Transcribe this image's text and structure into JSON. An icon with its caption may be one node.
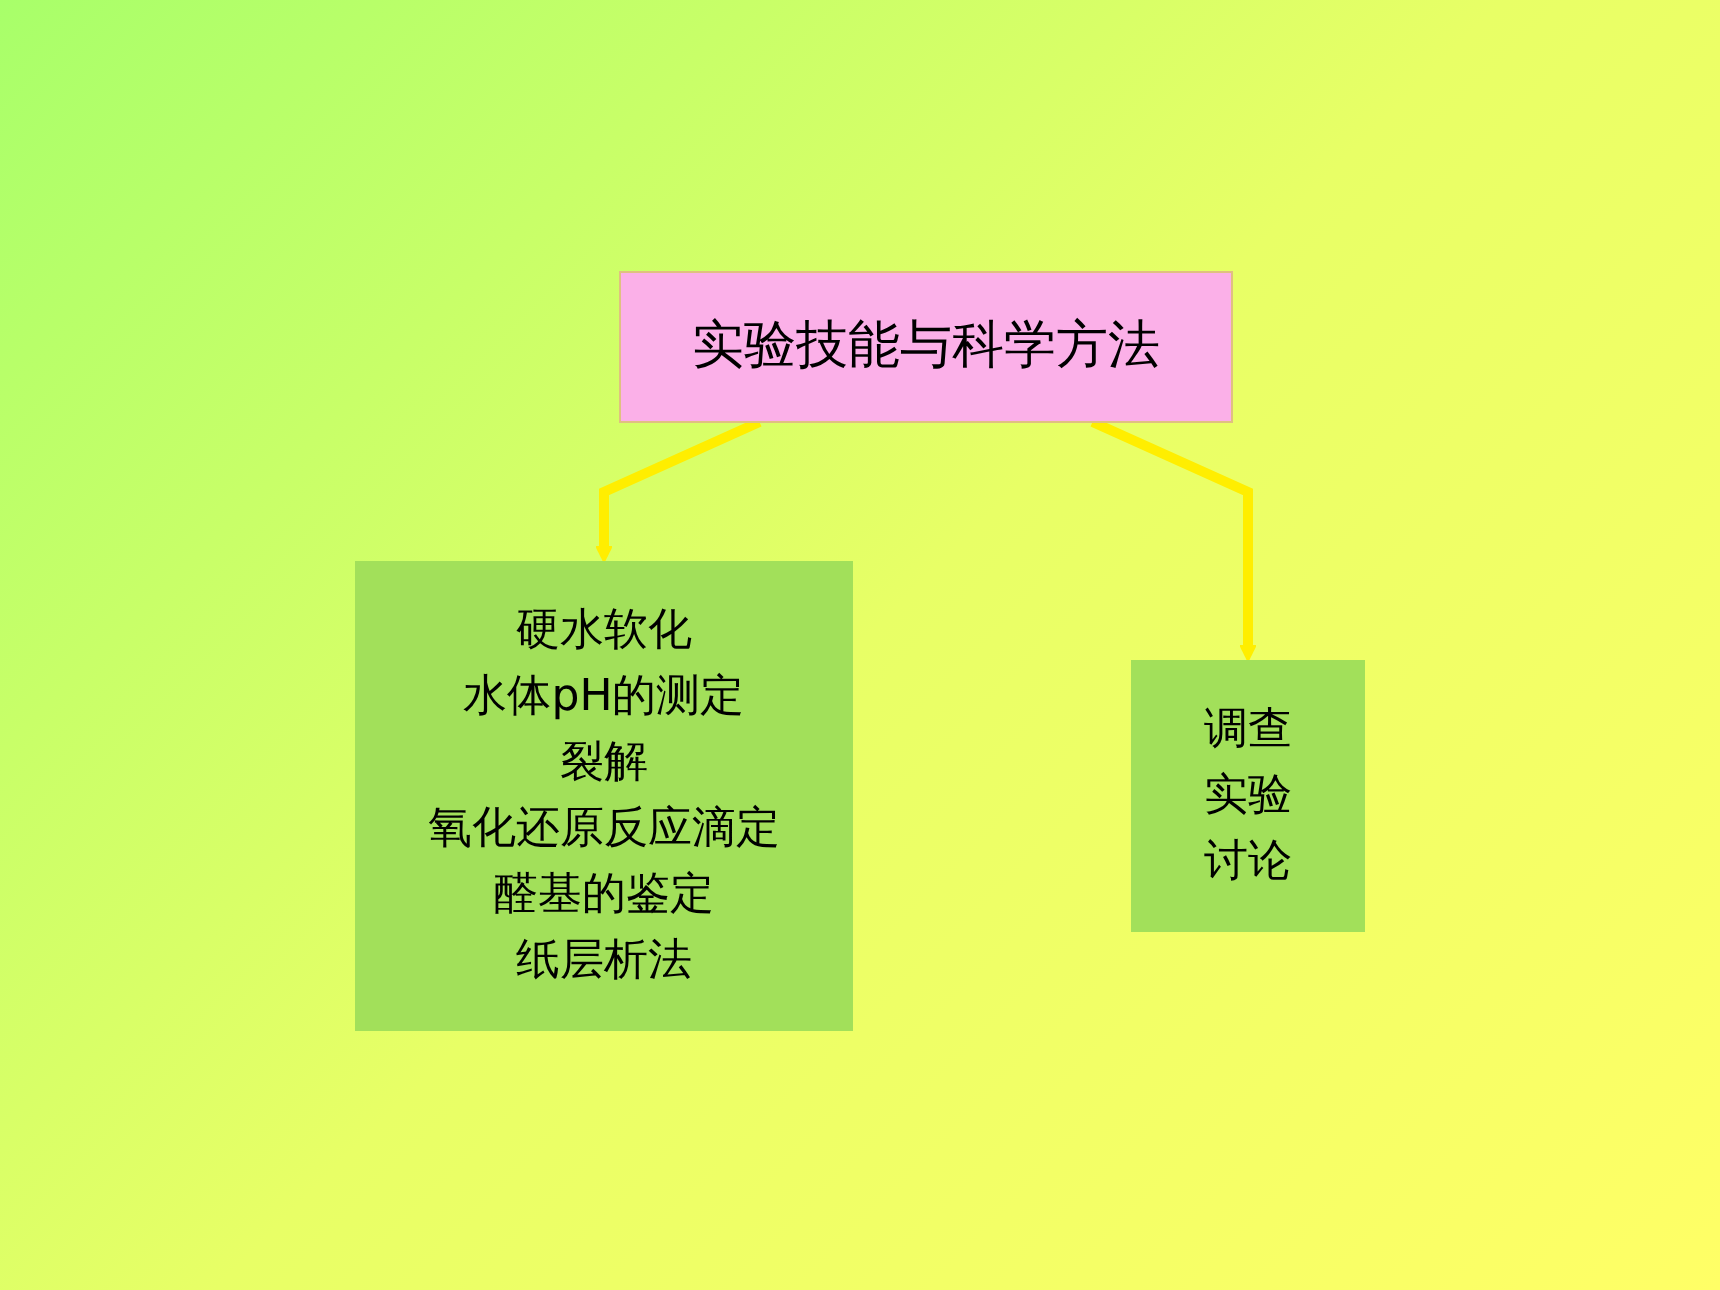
{
  "diagram": {
    "nodes": [
      {
        "text": [
          "实验技能与科学方法"
        ]
      },
      {
        "text": [
          "硬水软化",
          "水体pH的测定",
          "裂解",
          "氧化还原反应滴定",
          "醛基的鉴定",
          "纸层析法"
        ]
      },
      {
        "text": [
          "调查",
          "实验",
          "讨论"
        ]
      }
    ],
    "edges": [
      {
        "from": 0,
        "to": 1,
        "arrow": "to"
      },
      {
        "from": 0,
        "to": 2,
        "arrow": "to"
      }
    ]
  }
}
